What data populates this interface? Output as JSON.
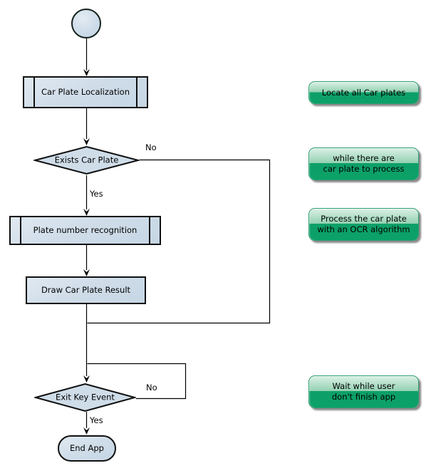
{
  "flowchart": {
    "nodes": {
      "start": {
        "shape": "circle"
      },
      "localization": {
        "label": "Car Plate Localization",
        "shape": "predefined-process"
      },
      "exists_plate": {
        "label": "Exists Car Plate",
        "shape": "decision"
      },
      "recognition": {
        "label": "Plate number recognition",
        "shape": "predefined-process"
      },
      "draw_result": {
        "label": "Draw Car Plate Result",
        "shape": "process"
      },
      "exit_key": {
        "label": "Exit Key Event",
        "shape": "decision"
      },
      "end": {
        "label": "End App",
        "shape": "terminator"
      }
    },
    "edge_labels": {
      "exists_no": "No",
      "exists_yes": "Yes",
      "exit_no": "No",
      "exit_yes": "Yes"
    },
    "notes": [
      {
        "line1": "Locate all Car plates"
      },
      {
        "line1": "while there are",
        "line2": "car plate to process"
      },
      {
        "line1": "Process the car plate",
        "line2": "with an OCR algorithm"
      },
      {
        "line1": "Wait while user",
        "line2": "don't finish app"
      }
    ],
    "colors": {
      "node_fill": "#cfdde9",
      "node_border": "#101010",
      "connector": "#000000",
      "note_top": "#93d1b1",
      "note_bottom": "#0da068",
      "note_border": "#2f9c74",
      "note_shadow": "#5f5f5f"
    }
  }
}
